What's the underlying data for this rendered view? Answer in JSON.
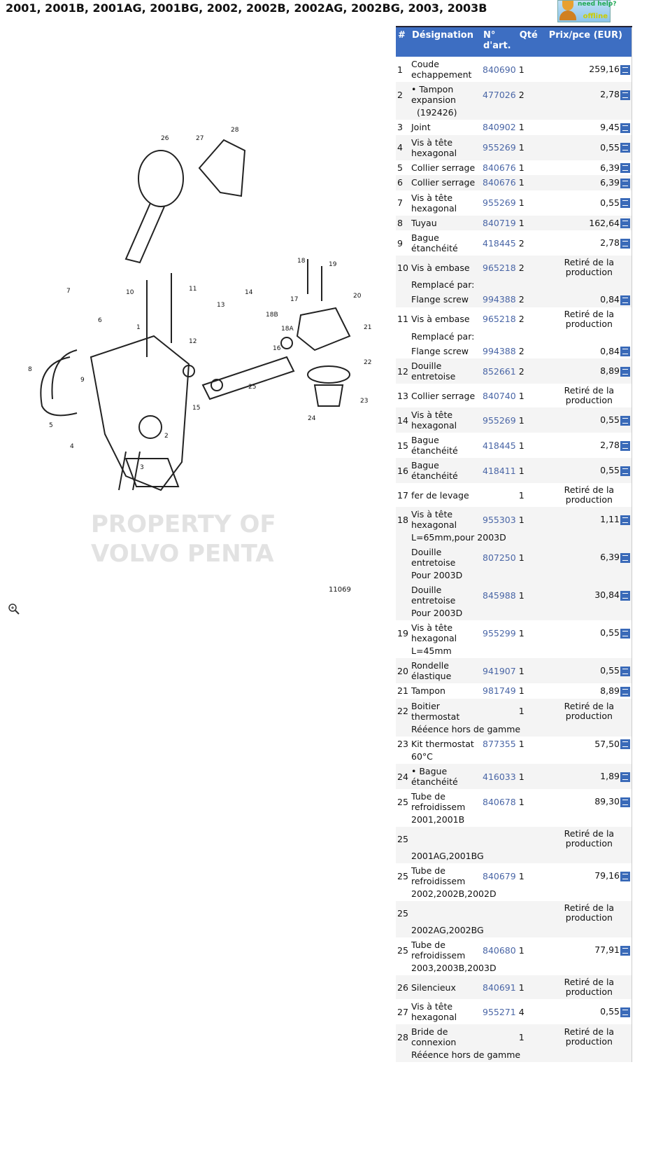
{
  "title": "2001, 2001B, 2001AG, 2001BG, 2002, 2002B, 2002AG, 2002BG, 2003, 2003B",
  "help": {
    "label": "need help?",
    "status": "offline"
  },
  "diagram": {
    "number": "11069",
    "watermark": "PROPERTY OF VOLVO PENTA",
    "callouts": [
      "1",
      "2",
      "3",
      "4",
      "5",
      "6",
      "7",
      "8",
      "9",
      "10",
      "11",
      "12",
      "13",
      "14",
      "15",
      "16",
      "17",
      "18",
      "18A",
      "18B",
      "19",
      "20",
      "21",
      "22",
      "23",
      "24",
      "25",
      "26",
      "27",
      "28"
    ]
  },
  "table": {
    "headers": {
      "num": "#",
      "designation": "Désignation",
      "art": "N° d'art.",
      "qty": "Qté",
      "price": "Prix/pce (EUR)"
    },
    "retired_label": "Retiré de la production",
    "rows": [
      {
        "num": "1",
        "des": "Coude echappement",
        "art": "840690",
        "qty": "1",
        "price": "259,16"
      },
      {
        "num": "2",
        "des": "• Tampon expansion",
        "art": "477026",
        "qty": "2",
        "price": "2,78",
        "note": "(192426)"
      },
      {
        "num": "3",
        "des": "Joint",
        "art": "840902",
        "qty": "1",
        "price": "9,45"
      },
      {
        "num": "4",
        "des": "Vis à tête hexagonal",
        "art": "955269",
        "qty": "1",
        "price": "0,55"
      },
      {
        "num": "5",
        "des": "Collier serrage",
        "art": "840676",
        "qty": "1",
        "price": "6,39"
      },
      {
        "num": "6",
        "des": "Collier serrage",
        "art": "840676",
        "qty": "1",
        "price": "6,39"
      },
      {
        "num": "7",
        "des": "Vis à tête hexagonal",
        "art": "955269",
        "qty": "1",
        "price": "0,55"
      },
      {
        "num": "8",
        "des": "Tuyau",
        "art": "840719",
        "qty": "1",
        "price": "162,64"
      },
      {
        "num": "9",
        "des": "Bague étanchéité",
        "art": "418445",
        "qty": "2",
        "price": "2,78"
      },
      {
        "num": "10",
        "des": "Vis à embase",
        "art": "965218",
        "qty": "2",
        "retired": true,
        "note": "Remplacé par:"
      },
      {
        "num": "",
        "des": "Flange screw",
        "art": "994388",
        "qty": "2",
        "price": "0,84",
        "cont": true
      },
      {
        "num": "11",
        "des": "Vis à embase",
        "art": "965218",
        "qty": "2",
        "retired": true,
        "note": "Remplacé par:"
      },
      {
        "num": "",
        "des": "Flange screw",
        "art": "994388",
        "qty": "2",
        "price": "0,84",
        "cont": true
      },
      {
        "num": "12",
        "des": "Douille entretoise",
        "art": "852661",
        "qty": "2",
        "price": "8,89"
      },
      {
        "num": "13",
        "des": "Collier serrage",
        "art": "840740",
        "qty": "1",
        "retired": true
      },
      {
        "num": "14",
        "des": "Vis à tête hexagonal",
        "art": "955269",
        "qty": "1",
        "price": "0,55"
      },
      {
        "num": "15",
        "des": "Bague étanchéité",
        "art": "418445",
        "qty": "1",
        "price": "2,78"
      },
      {
        "num": "16",
        "des": "Bague étanchéité",
        "art": "418411",
        "qty": "1",
        "price": "0,55"
      },
      {
        "num": "17",
        "des": "fer de levage",
        "art": "",
        "qty": "1",
        "retired": true
      },
      {
        "num": "18",
        "des": "Vis à tête hexagonal",
        "art": "955303",
        "qty": "1",
        "price": "1,11",
        "note": "L=65mm,pour 2003D"
      },
      {
        "num": "",
        "des": "Douille entretoise",
        "art": "807250",
        "qty": "1",
        "price": "6,39",
        "note": "Pour 2003D",
        "cont": true
      },
      {
        "num": "",
        "des": "Douille entretoise",
        "art": "845988",
        "qty": "1",
        "price": "30,84",
        "note": "Pour 2003D",
        "cont": true
      },
      {
        "num": "19",
        "des": "Vis à tête hexagonal",
        "art": "955299",
        "qty": "1",
        "price": "0,55",
        "note": "L=45mm"
      },
      {
        "num": "20",
        "des": "Rondelle élastique",
        "art": "941907",
        "qty": "1",
        "price": "0,55"
      },
      {
        "num": "21",
        "des": "Tampon",
        "art": "981749",
        "qty": "1",
        "price": "8,89"
      },
      {
        "num": "22",
        "des": "Boitier thermostat",
        "art": "",
        "qty": "1",
        "retired": true,
        "note": "Rééence hors de gamme"
      },
      {
        "num": "23",
        "des": "Kit thermostat",
        "art": "877355",
        "qty": "1",
        "price": "57,50",
        "note": "60°C"
      },
      {
        "num": "24",
        "des": "• Bague étanchéité",
        "art": "416033",
        "qty": "1",
        "price": "1,89"
      },
      {
        "num": "25",
        "des": "Tube de refroidissem",
        "art": "840678",
        "qty": "1",
        "price": "89,30",
        "note": "2001,2001B"
      },
      {
        "num": "25",
        "des": "",
        "art": "",
        "qty": "",
        "retired": true,
        "note": "2001AG,2001BG"
      },
      {
        "num": "25",
        "des": "Tube de refroidissem",
        "art": "840679",
        "qty": "1",
        "price": "79,16",
        "note": "2002,2002B,2002D"
      },
      {
        "num": "25",
        "des": "",
        "art": "",
        "qty": "",
        "retired": true,
        "note": "2002AG,2002BG"
      },
      {
        "num": "25",
        "des": "Tube de refroidissem",
        "art": "840680",
        "qty": "1",
        "price": "77,91",
        "note": "2003,2003B,2003D"
      },
      {
        "num": "26",
        "des": "Silencieux",
        "art": "840691",
        "qty": "1",
        "retired": true
      },
      {
        "num": "27",
        "des": "Vis à tête hexagonal",
        "art": "955271",
        "qty": "4",
        "price": "0,55"
      },
      {
        "num": "28",
        "des": "Bride de connexion",
        "art": "",
        "qty": "1",
        "retired": true,
        "note": "Rééence hors de gamme"
      }
    ]
  }
}
